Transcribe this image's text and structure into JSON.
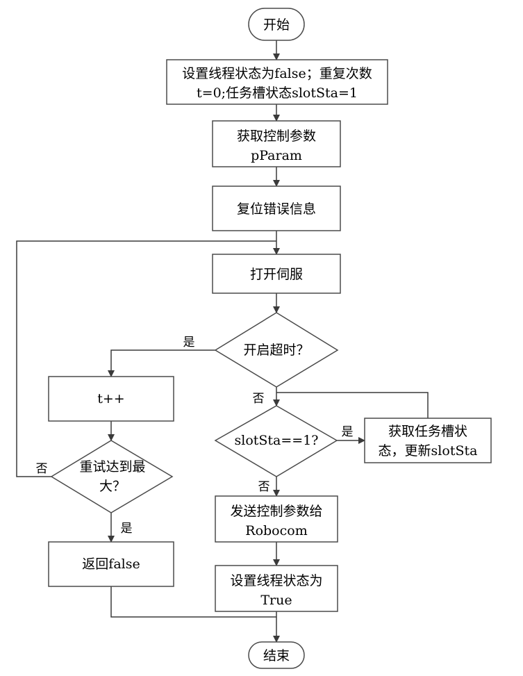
{
  "nodes": {
    "start": "开始",
    "init_line1": "设置线程状态为false；重复次数",
    "init_line2": "t=0;任务槽状态slotSta=1",
    "get_param_line1": "获取控制参数",
    "get_param_line2": "pParam",
    "reset_error": "复位错误信息",
    "open_servo": "打开伺服",
    "timeout_decision": "开启超时？",
    "t_increment": "t++",
    "retry_decision_line1": "重试达到最",
    "retry_decision_line2": "大？",
    "return_false": "返回false",
    "slot_decision": "slotSta==1?",
    "get_slot_line1": "获取任务槽状",
    "get_slot_line2": "态，更新slotSta",
    "send_param_line1": "发送控制参数给",
    "send_param_line2": "Robocom",
    "set_true_line1": "设置线程状态为",
    "set_true_line2": "True",
    "end": "结束"
  },
  "edge_labels": {
    "timeout_yes": "是",
    "timeout_no": "否",
    "retry_no": "否",
    "retry_yes": "是",
    "slot_yes": "是",
    "slot_no": "否"
  }
}
